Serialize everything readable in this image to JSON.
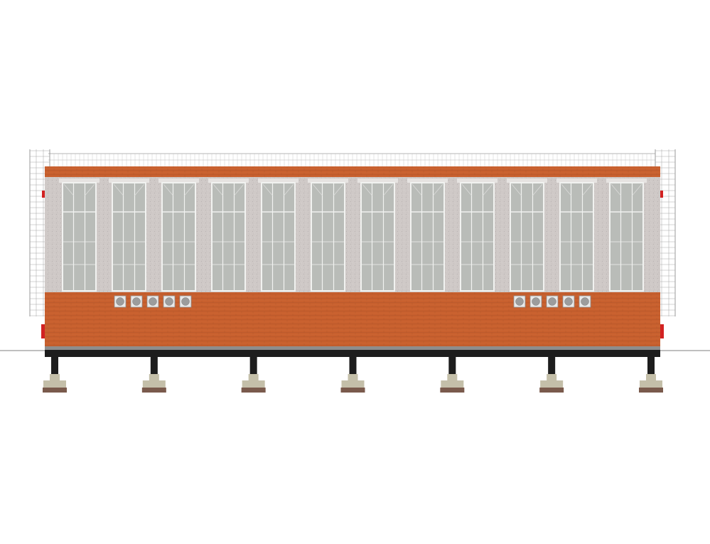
{
  "drawing": {
    "kind": "building elevation",
    "window_count": 12,
    "vent_groups": [
      {
        "vents": 5
      },
      {
        "vents": 5
      }
    ],
    "pier_count": 7,
    "colors": {
      "brick": "#c8602e",
      "brick_dark": "#b4552a",
      "stone": "#cfc9c7",
      "glass": "#b9bcb8",
      "mullion": "#f1f2f0",
      "steel": "#1d1d1d",
      "concrete": "#c4bfa9",
      "footing": "#7a5a4c",
      "ladder": "#9a9a9a",
      "red_fixture": "#d22222",
      "railing": "#b5b5b5"
    }
  }
}
